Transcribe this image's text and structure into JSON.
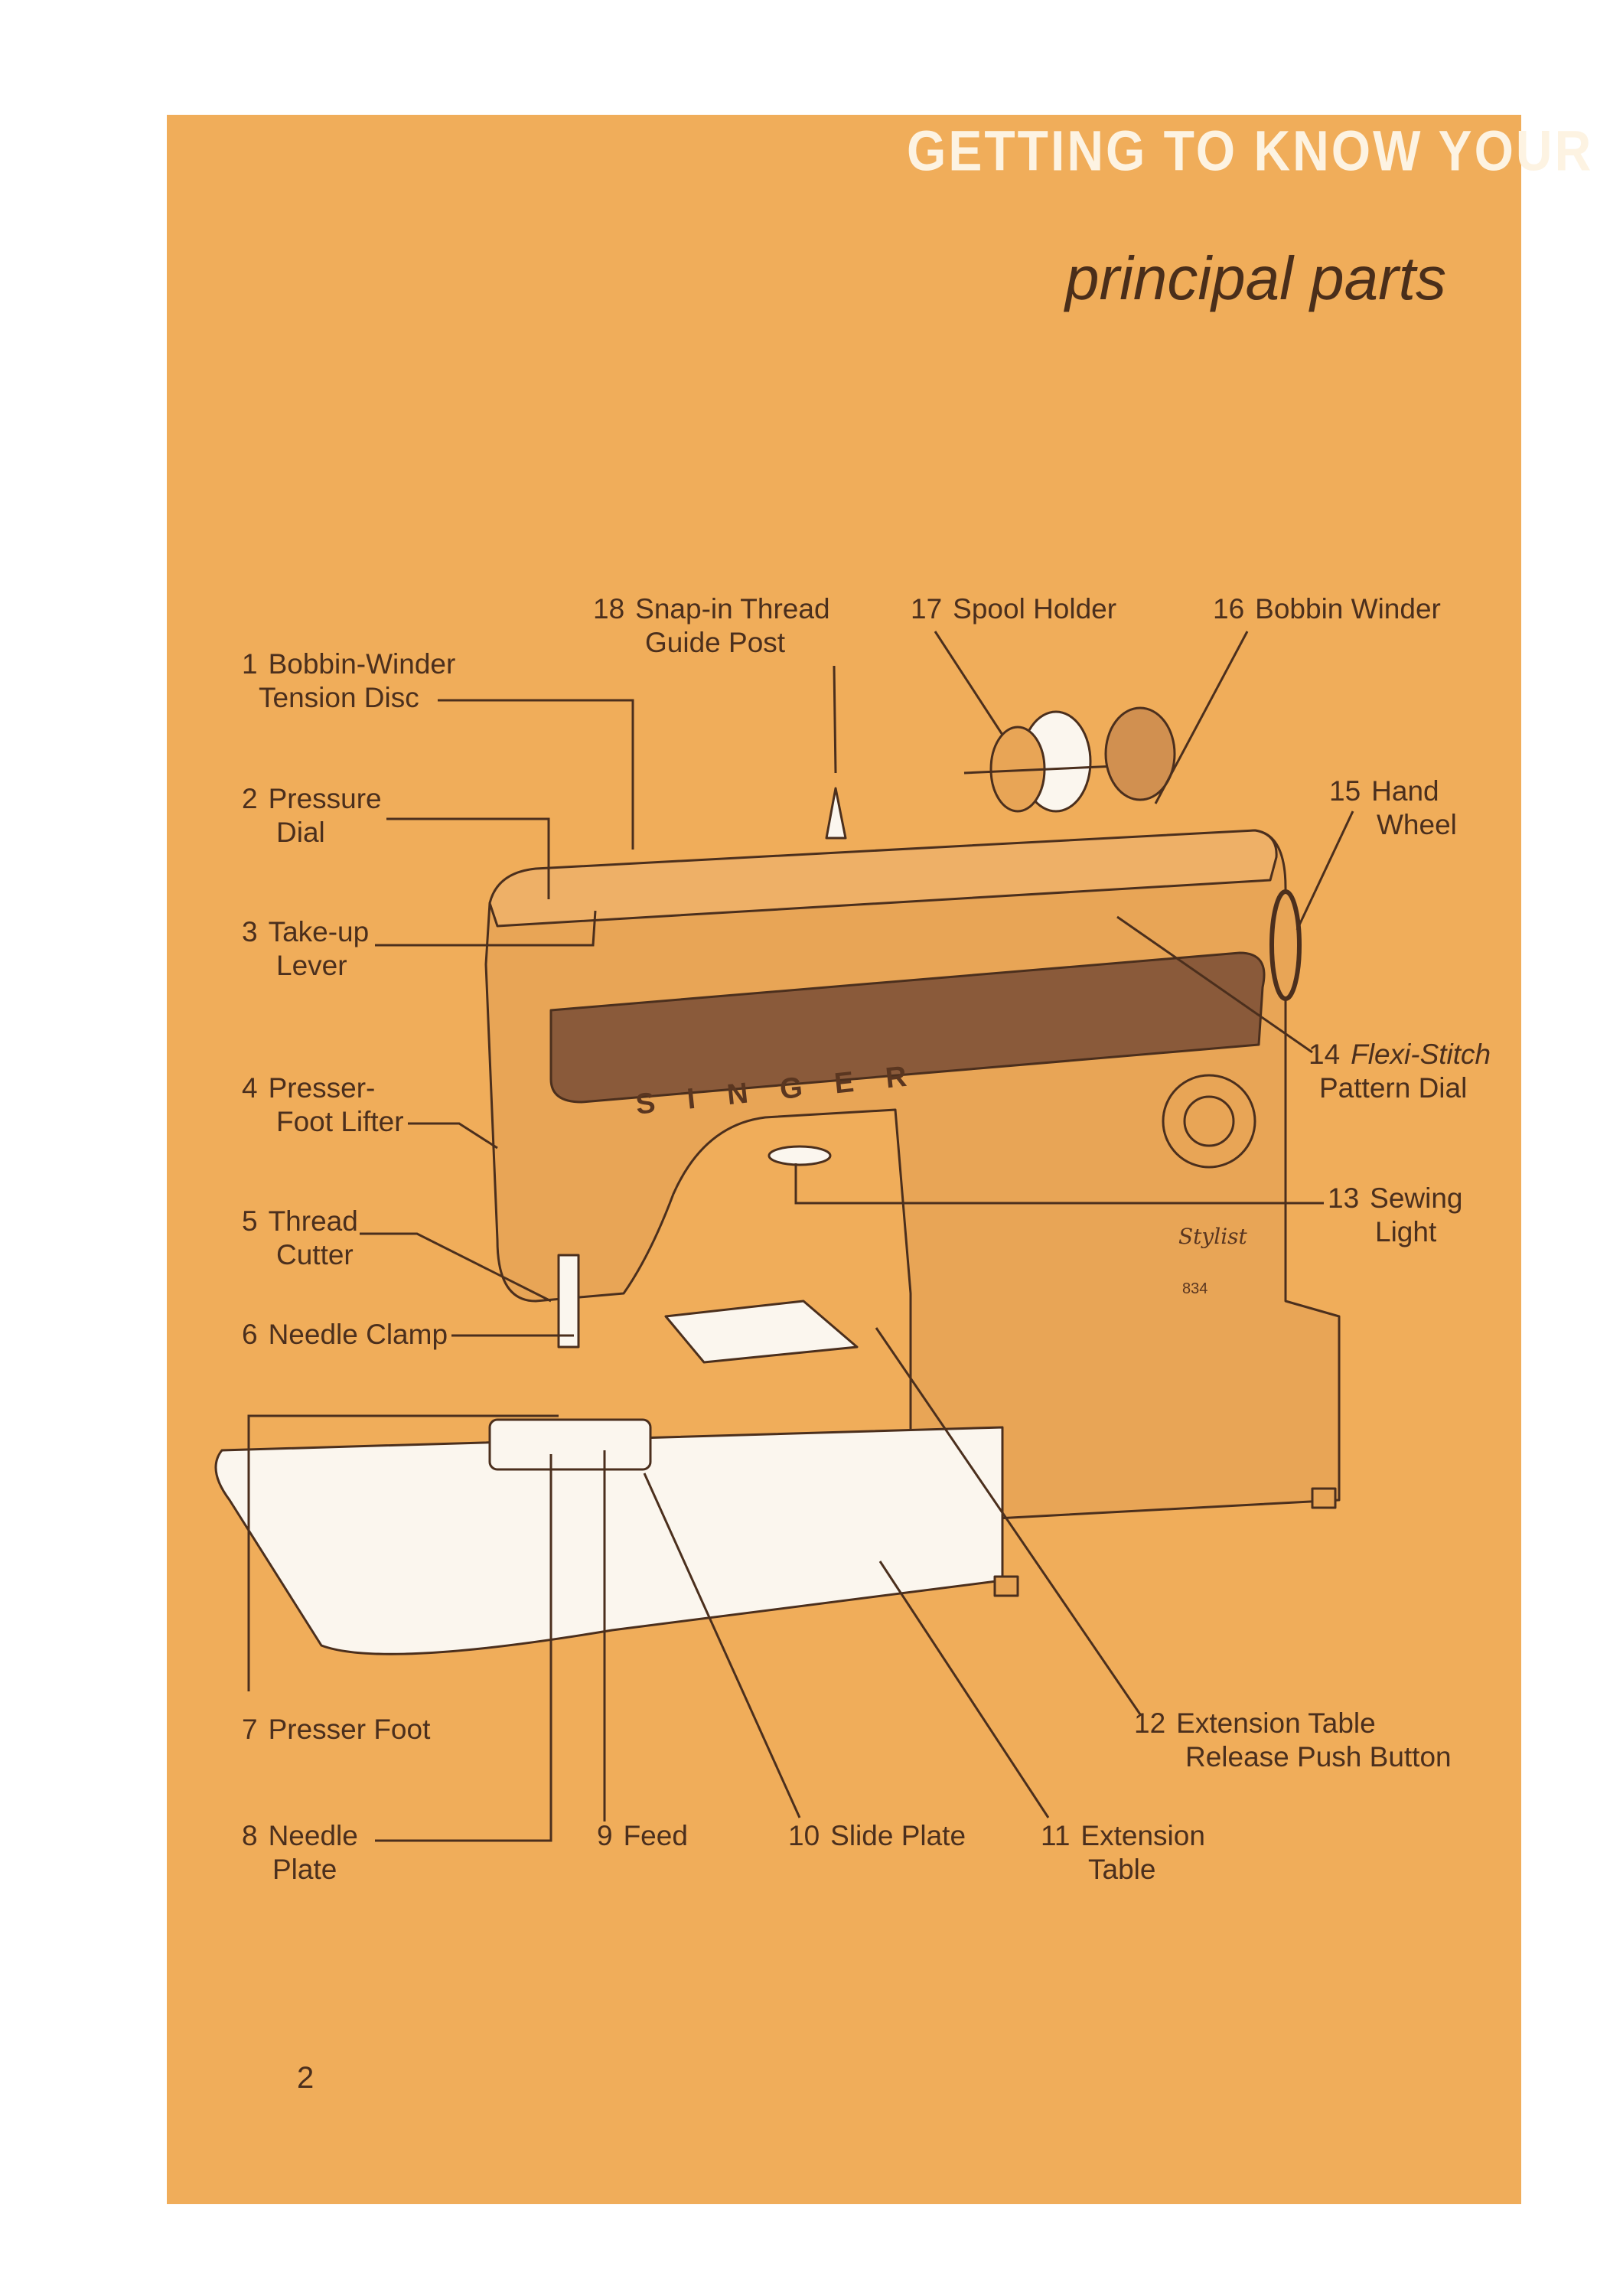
{
  "header": {
    "band_text": "GETTING TO KNOW YOUR",
    "subtitle": "principal parts"
  },
  "page_number": "2",
  "brand": {
    "name": "SINGER",
    "model_script": "Stylist",
    "model_number": "834"
  },
  "parts": [
    {
      "num": "1",
      "line1": "Bobbin-Winder",
      "line2": "Tension Disc"
    },
    {
      "num": "2",
      "line1": "Pressure",
      "line2": "Dial"
    },
    {
      "num": "3",
      "line1": "Take-up",
      "line2": "Lever"
    },
    {
      "num": "4",
      "line1": "Presser-",
      "line2": "Foot Lifter"
    },
    {
      "num": "5",
      "line1": "Thread",
      "line2": "Cutter"
    },
    {
      "num": "6",
      "line1": "Needle Clamp",
      "line2": ""
    },
    {
      "num": "7",
      "line1": "Presser Foot",
      "line2": ""
    },
    {
      "num": "8",
      "line1": "Needle",
      "line2": "Plate"
    },
    {
      "num": "9",
      "line1": "Feed",
      "line2": ""
    },
    {
      "num": "10",
      "line1": "Slide Plate",
      "line2": ""
    },
    {
      "num": "11",
      "line1": "Extension",
      "line2": "Table"
    },
    {
      "num": "12",
      "line1": "Extension Table",
      "line2": "Release Push Button"
    },
    {
      "num": "13",
      "line1": "Sewing",
      "line2": "Light"
    },
    {
      "num": "14",
      "line1": "Flexi-Stitch",
      "line2": "Pattern Dial"
    },
    {
      "num": "15",
      "line1": "Hand",
      "line2": "Wheel"
    },
    {
      "num": "16",
      "line1": "Bobbin Winder",
      "line2": ""
    },
    {
      "num": "17",
      "line1": "Spool Holder",
      "line2": ""
    },
    {
      "num": "18",
      "line1": "Snap-in Thread",
      "line2": "Guide Post"
    }
  ],
  "colors": {
    "page_background": "#f0ad5a",
    "machine_body": "#e8a556",
    "panel_band": "#8a5a3a",
    "ink": "#4b2f1d",
    "table": "#fbf6ee"
  }
}
